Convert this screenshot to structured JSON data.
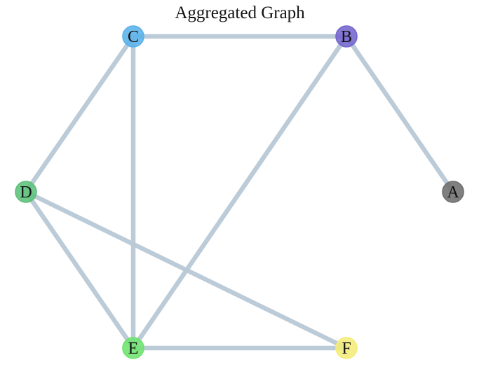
{
  "title": "Aggregated Graph",
  "nodes": [
    {
      "id": "A",
      "label": "A",
      "color": "#6e6e6e"
    },
    {
      "id": "B",
      "label": "B",
      "color": "#7465cf"
    },
    {
      "id": "C",
      "label": "C",
      "color": "#5ab2ea"
    },
    {
      "id": "D",
      "label": "D",
      "color": "#5cc17a"
    },
    {
      "id": "E",
      "label": "E",
      "color": "#6ee26e"
    },
    {
      "id": "F",
      "label": "F",
      "color": "#f4ec7a"
    }
  ],
  "edges": [
    {
      "source": "C",
      "target": "B"
    },
    {
      "source": "B",
      "target": "A"
    },
    {
      "source": "C",
      "target": "D"
    },
    {
      "source": "C",
      "target": "E"
    },
    {
      "source": "B",
      "target": "E"
    },
    {
      "source": "D",
      "target": "E"
    },
    {
      "source": "D",
      "target": "F"
    },
    {
      "source": "E",
      "target": "F"
    }
  ],
  "edge_color": "#b8c8d6",
  "layout": "circular"
}
